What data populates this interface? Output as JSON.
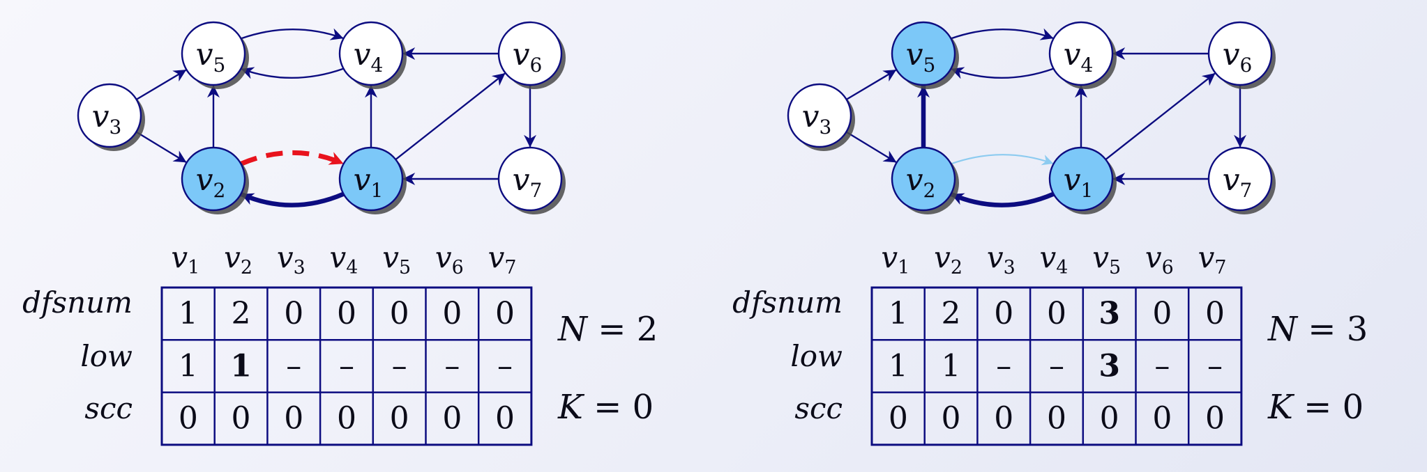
{
  "colors": {
    "navy": "#0c0c80",
    "visited_fill": "#7cc8f8",
    "unvisited_fill": "#ffffff",
    "highlight_red": "#e8131d",
    "light_edge": "#8ccbf0",
    "text": "#0b0b18"
  },
  "columns": [
    "v1",
    "v2",
    "v3",
    "v4",
    "v5",
    "v6",
    "v7"
  ],
  "row_labels": [
    "dfsnum",
    "low",
    "scc"
  ],
  "panels": [
    {
      "graph": {
        "nodes": [
          {
            "id": "v1",
            "label": "v",
            "sub": "1",
            "visited": true
          },
          {
            "id": "v2",
            "label": "v",
            "sub": "2",
            "visited": true
          },
          {
            "id": "v3",
            "label": "v",
            "sub": "3",
            "visited": false
          },
          {
            "id": "v4",
            "label": "v",
            "sub": "4",
            "visited": false
          },
          {
            "id": "v5",
            "label": "v",
            "sub": "5",
            "visited": false
          },
          {
            "id": "v6",
            "label": "v",
            "sub": "6",
            "visited": false
          },
          {
            "id": "v7",
            "label": "v",
            "sub": "7",
            "visited": false
          }
        ],
        "edges": [
          {
            "from": "v3",
            "to": "v5",
            "style": "normal"
          },
          {
            "from": "v3",
            "to": "v2",
            "style": "normal"
          },
          {
            "from": "v2",
            "to": "v5",
            "style": "normal"
          },
          {
            "from": "v5",
            "to": "v4",
            "style": "normal",
            "bend": "up"
          },
          {
            "from": "v4",
            "to": "v5",
            "style": "normal",
            "bend": "down"
          },
          {
            "from": "v6",
            "to": "v4",
            "style": "normal"
          },
          {
            "from": "v1",
            "to": "v4",
            "style": "normal"
          },
          {
            "from": "v1",
            "to": "v6",
            "style": "normal"
          },
          {
            "from": "v6",
            "to": "v7",
            "style": "normal"
          },
          {
            "from": "v7",
            "to": "v1",
            "style": "normal"
          },
          {
            "from": "v1",
            "to": "v2",
            "style": "tree",
            "bend": "down"
          },
          {
            "from": "v2",
            "to": "v1",
            "style": "red-dashed",
            "bend": "up"
          }
        ]
      },
      "table": {
        "dfsnum": [
          {
            "v": "1"
          },
          {
            "v": "2"
          },
          {
            "v": "0"
          },
          {
            "v": "0"
          },
          {
            "v": "0"
          },
          {
            "v": "0"
          },
          {
            "v": "0"
          }
        ],
        "low": [
          {
            "v": "1"
          },
          {
            "v": "1",
            "hl": "red"
          },
          {
            "v": "–"
          },
          {
            "v": "–"
          },
          {
            "v": "–"
          },
          {
            "v": "–"
          },
          {
            "v": "–"
          }
        ],
        "scc": [
          {
            "v": "0"
          },
          {
            "v": "0"
          },
          {
            "v": "0"
          },
          {
            "v": "0"
          },
          {
            "v": "0"
          },
          {
            "v": "0"
          },
          {
            "v": "0"
          }
        ]
      },
      "counters": [
        {
          "name": "N",
          "value": "2"
        },
        {
          "name": "K",
          "value": "0"
        }
      ]
    },
    {
      "graph": {
        "nodes": [
          {
            "id": "v1",
            "label": "v",
            "sub": "1",
            "visited": true
          },
          {
            "id": "v2",
            "label": "v",
            "sub": "2",
            "visited": true
          },
          {
            "id": "v3",
            "label": "v",
            "sub": "3",
            "visited": false
          },
          {
            "id": "v4",
            "label": "v",
            "sub": "4",
            "visited": false
          },
          {
            "id": "v5",
            "label": "v",
            "sub": "5",
            "visited": true
          },
          {
            "id": "v6",
            "label": "v",
            "sub": "6",
            "visited": false
          },
          {
            "id": "v7",
            "label": "v",
            "sub": "7",
            "visited": false
          }
        ],
        "edges": [
          {
            "from": "v3",
            "to": "v5",
            "style": "normal"
          },
          {
            "from": "v3",
            "to": "v2",
            "style": "normal"
          },
          {
            "from": "v2",
            "to": "v5",
            "style": "tree"
          },
          {
            "from": "v5",
            "to": "v4",
            "style": "normal",
            "bend": "up"
          },
          {
            "from": "v4",
            "to": "v5",
            "style": "normal",
            "bend": "down"
          },
          {
            "from": "v6",
            "to": "v4",
            "style": "normal"
          },
          {
            "from": "v1",
            "to": "v4",
            "style": "normal"
          },
          {
            "from": "v1",
            "to": "v6",
            "style": "normal"
          },
          {
            "from": "v6",
            "to": "v7",
            "style": "normal"
          },
          {
            "from": "v7",
            "to": "v1",
            "style": "normal"
          },
          {
            "from": "v1",
            "to": "v2",
            "style": "tree",
            "bend": "down"
          },
          {
            "from": "v2",
            "to": "v1",
            "style": "light",
            "bend": "up"
          }
        ]
      },
      "table": {
        "dfsnum": [
          {
            "v": "1"
          },
          {
            "v": "2"
          },
          {
            "v": "0"
          },
          {
            "v": "0"
          },
          {
            "v": "3",
            "hl": "bold"
          },
          {
            "v": "0"
          },
          {
            "v": "0"
          }
        ],
        "low": [
          {
            "v": "1"
          },
          {
            "v": "1"
          },
          {
            "v": "–"
          },
          {
            "v": "–"
          },
          {
            "v": "3",
            "hl": "bold"
          },
          {
            "v": "–"
          },
          {
            "v": "–"
          }
        ],
        "scc": [
          {
            "v": "0"
          },
          {
            "v": "0"
          },
          {
            "v": "0"
          },
          {
            "v": "0"
          },
          {
            "v": "0"
          },
          {
            "v": "0"
          },
          {
            "v": "0"
          }
        ]
      },
      "counters": [
        {
          "name": "N",
          "value": "3"
        },
        {
          "name": "K",
          "value": "0"
        }
      ]
    }
  ]
}
